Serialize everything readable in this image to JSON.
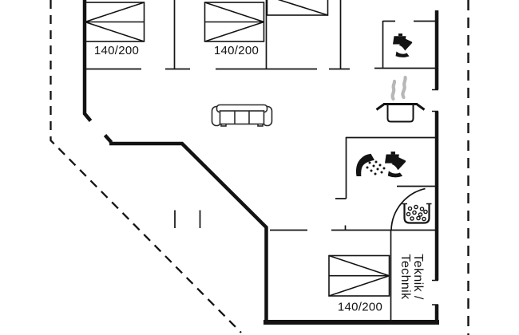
{
  "floorplan": {
    "bed_labels": {
      "bed1": "140/200",
      "bed2": "140/200",
      "bed4": "140/200"
    },
    "utility_room": {
      "line1": "Teknik /",
      "line2": "Technik"
    },
    "colors": {
      "wall": "#131313",
      "steam": "#b7b7b7",
      "background": "#ffffff"
    }
  }
}
